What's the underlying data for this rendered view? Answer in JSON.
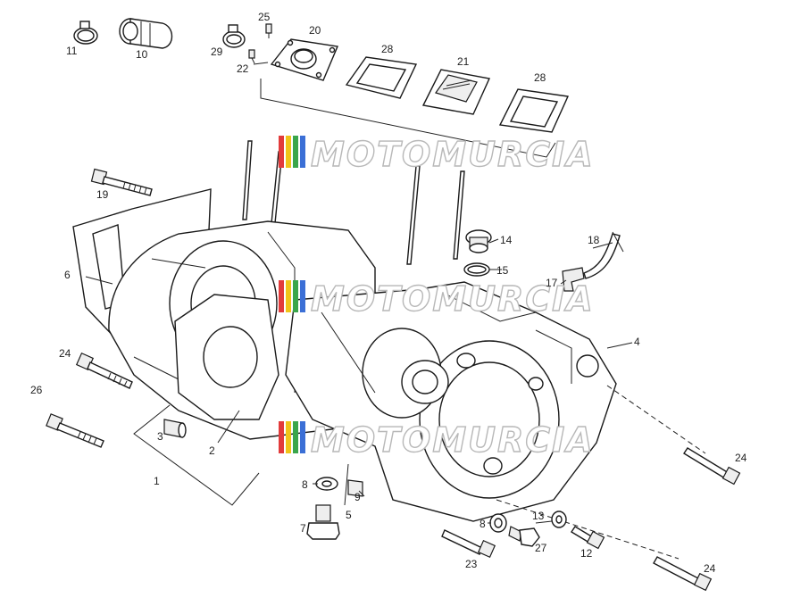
{
  "diagram": {
    "callouts": [
      {
        "id": "c11",
        "text": "11"
      },
      {
        "id": "c10",
        "text": "10"
      },
      {
        "id": "c29",
        "text": "29"
      },
      {
        "id": "c25",
        "text": "25"
      },
      {
        "id": "c20",
        "text": "20"
      },
      {
        "id": "c22",
        "text": "22"
      },
      {
        "id": "c28a",
        "text": "28"
      },
      {
        "id": "c21",
        "text": "21"
      },
      {
        "id": "c28b",
        "text": "28"
      },
      {
        "id": "c19",
        "text": "19"
      },
      {
        "id": "c14",
        "text": "14"
      },
      {
        "id": "c15",
        "text": "15"
      },
      {
        "id": "c18",
        "text": "18"
      },
      {
        "id": "c17",
        "text": "17"
      },
      {
        "id": "c6",
        "text": "6"
      },
      {
        "id": "c4",
        "text": "4"
      },
      {
        "id": "c24a",
        "text": "24"
      },
      {
        "id": "c26",
        "text": "26"
      },
      {
        "id": "c3",
        "text": "3"
      },
      {
        "id": "c2",
        "text": "2"
      },
      {
        "id": "c1",
        "text": "1"
      },
      {
        "id": "c8a",
        "text": "8"
      },
      {
        "id": "c9",
        "text": "9"
      },
      {
        "id": "c5",
        "text": "5"
      },
      {
        "id": "c7",
        "text": "7"
      },
      {
        "id": "c24b",
        "text": "24"
      },
      {
        "id": "c8b",
        "text": "8"
      },
      {
        "id": "c13",
        "text": "13"
      },
      {
        "id": "c27",
        "text": "27"
      },
      {
        "id": "c23",
        "text": "23"
      },
      {
        "id": "c12",
        "text": "12"
      },
      {
        "id": "c24c",
        "text": "24"
      }
    ]
  },
  "watermark": {
    "text": "MOTOMURCIA",
    "colors": [
      "#e23b3b",
      "#f0c419",
      "#3aa64b",
      "#3b6fd6"
    ]
  }
}
